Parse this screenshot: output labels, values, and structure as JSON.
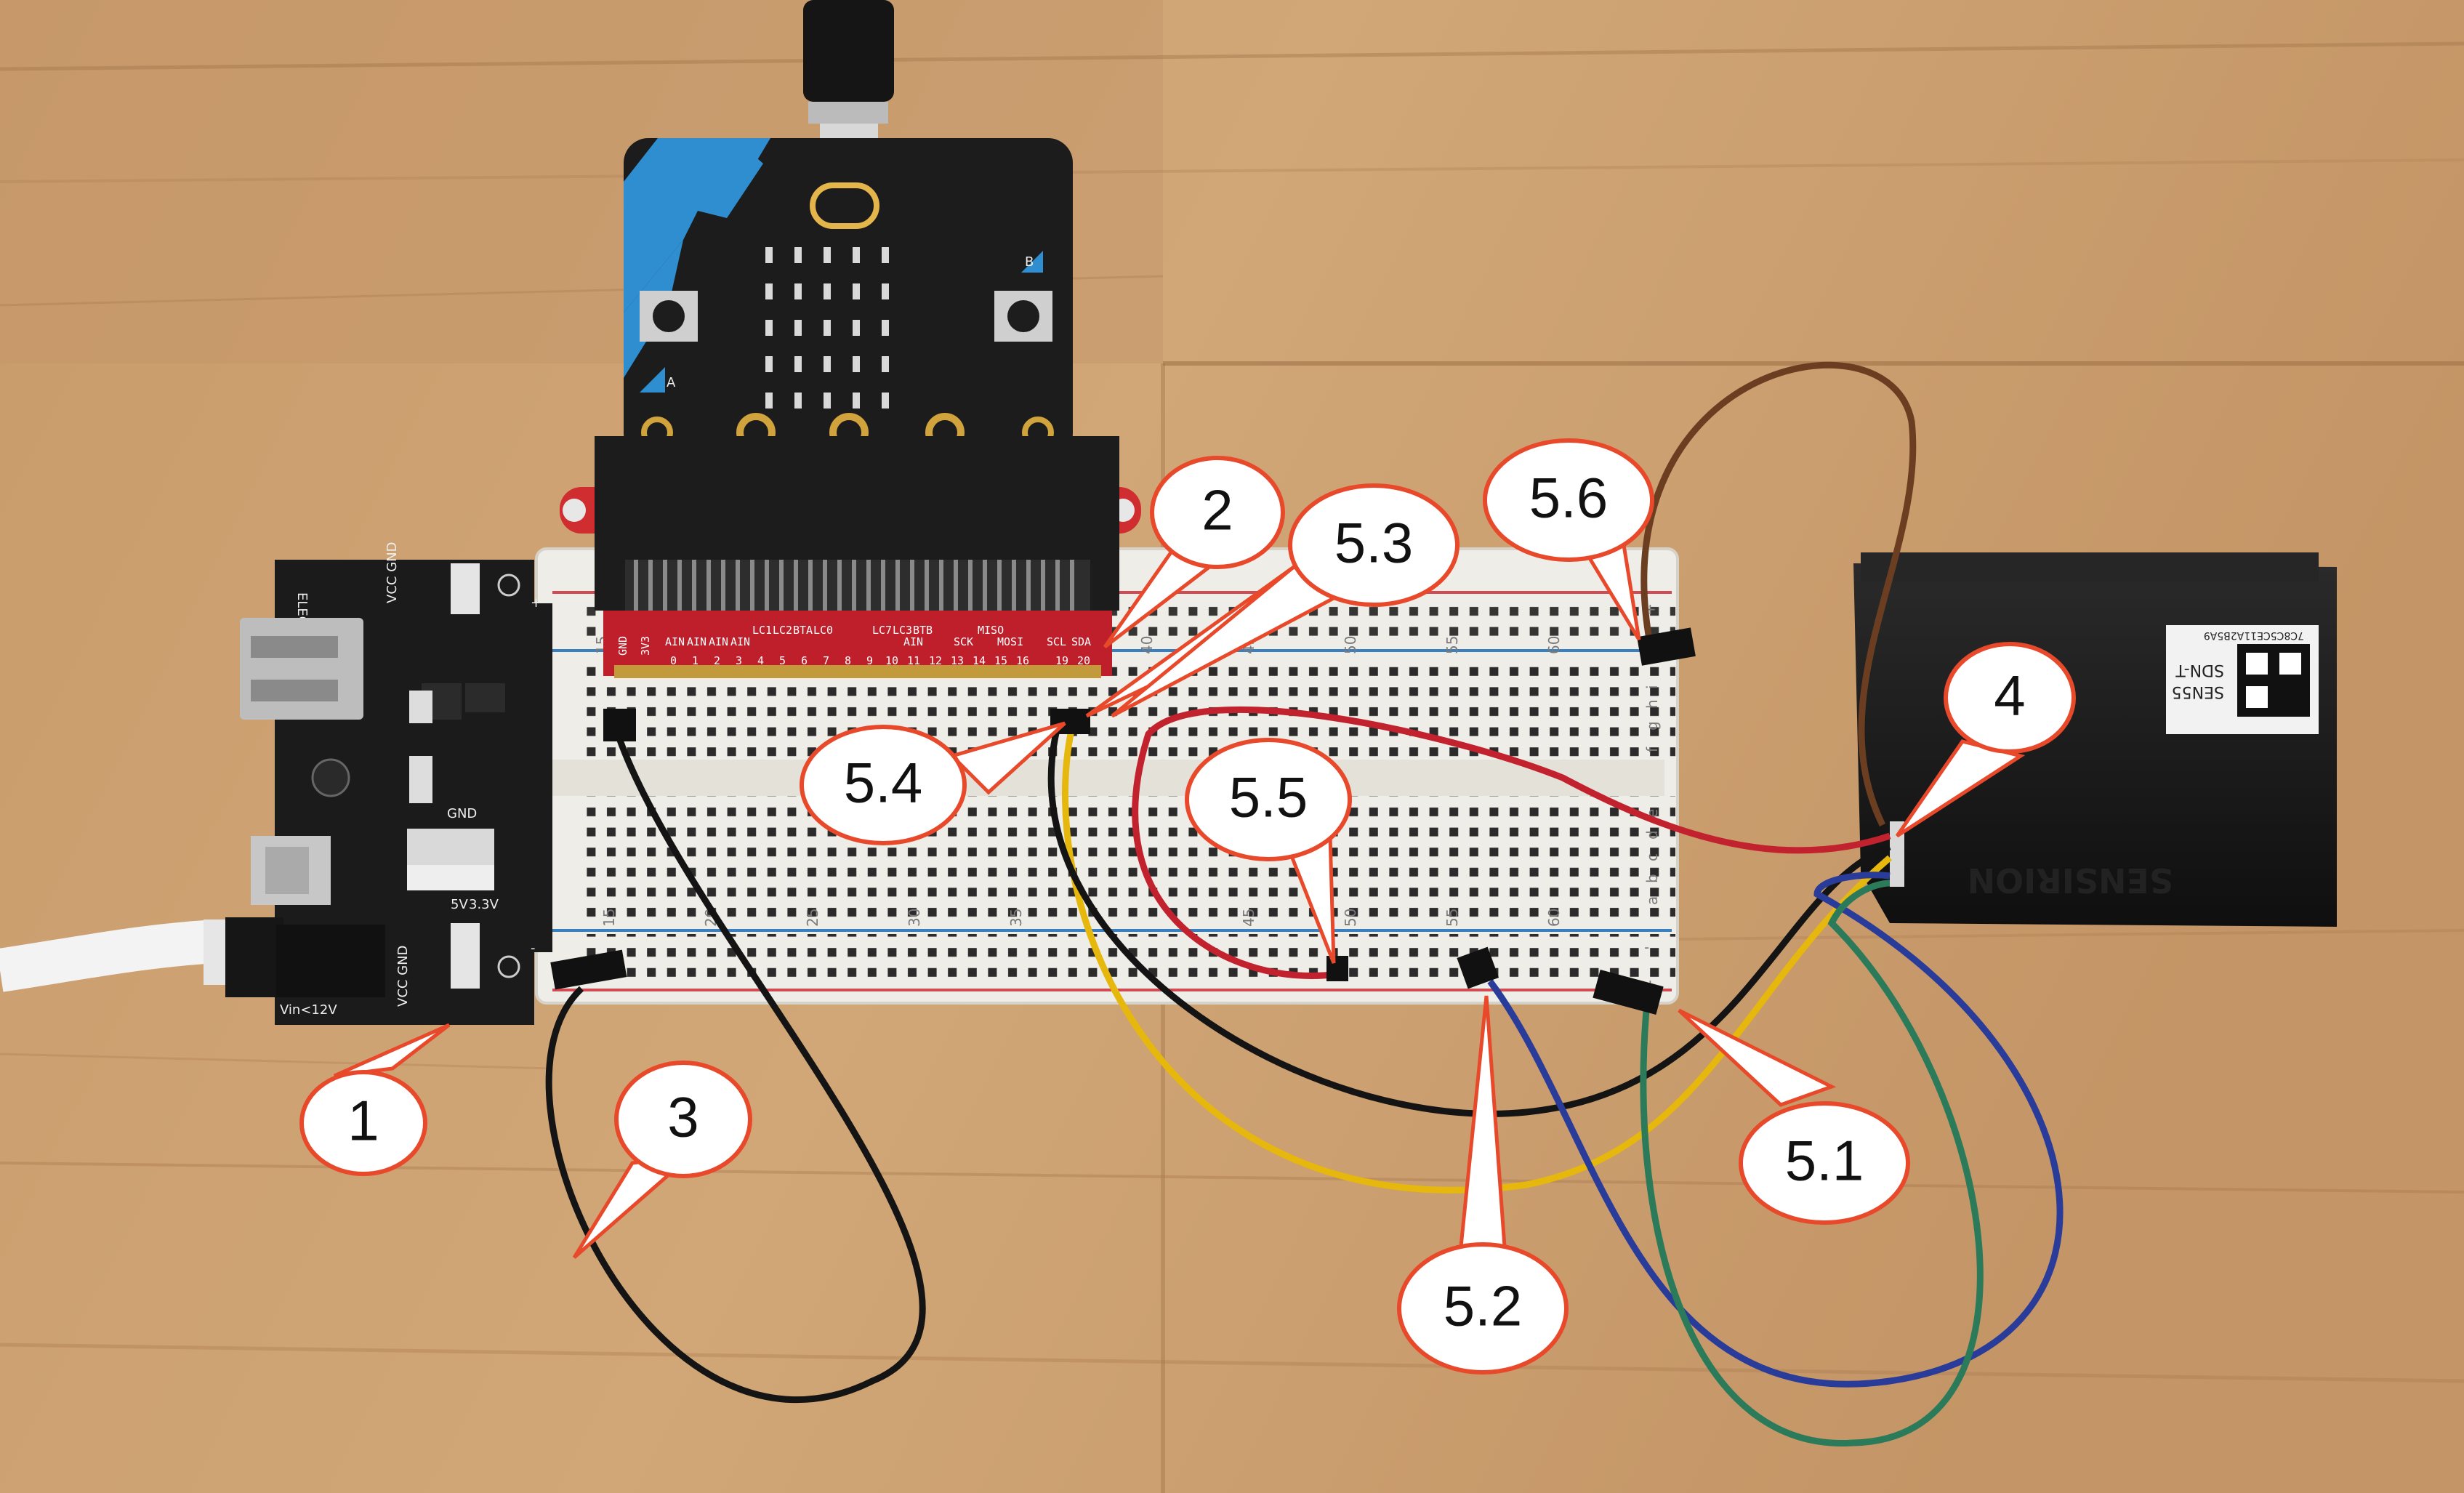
{
  "callouts": [
    {
      "id": "1",
      "label": "1"
    },
    {
      "id": "2",
      "label": "2"
    },
    {
      "id": "3",
      "label": "3"
    },
    {
      "id": "4",
      "label": "4"
    },
    {
      "id": "5.1",
      "label": "5.1"
    },
    {
      "id": "5.2",
      "label": "5.2"
    },
    {
      "id": "5.3",
      "label": "5.3"
    },
    {
      "id": "5.4",
      "label": "5.4"
    },
    {
      "id": "5.5",
      "label": "5.5"
    },
    {
      "id": "5.6",
      "label": "5.6"
    }
  ],
  "power_module": {
    "brand": "ELEGOO",
    "vcc_gnd_top": "VCC GND",
    "vcc_gnd_bottom": "VCC GND",
    "vin": "Vin<12V",
    "gnd": "GND",
    "v5": "5V",
    "v33": "3.3V",
    "plus": "+",
    "minus": "-"
  },
  "microbit": {
    "button_a": "A",
    "button_b": "B"
  },
  "breakout_labels": [
    "GND",
    "3V3",
    "0",
    "1",
    "2",
    "3",
    "4",
    "5",
    "6",
    "7",
    "8",
    "9",
    "10",
    "11",
    "12",
    "13",
    "14",
    "15",
    "16",
    "19",
    "20"
  ],
  "breakout_header": [
    "AIN",
    "AIN",
    "AIN",
    "AIN",
    "LC1",
    "LC2",
    "BTA",
    "LC0",
    "LC7",
    "LC3",
    "BTB",
    "MISO",
    "SCK",
    "MOSI",
    "SCL",
    "SDA",
    "AIN"
  ],
  "breadboard": {
    "column_numbers": [
      "15",
      "20",
      "25",
      "30",
      "35",
      "40",
      "45",
      "50",
      "55",
      "60"
    ],
    "row_letters_top": [
      "f",
      "g",
      "h",
      "i"
    ],
    "row_letters_bottom": [
      "a",
      "b",
      "c",
      "d",
      "e"
    ],
    "plus": "+",
    "minus": "-"
  },
  "sensor": {
    "brand": "SENSIRION",
    "model": "SEN55",
    "variant": "SDN-T",
    "serial": "7C8C5CE11A2B5A9"
  },
  "colors": {
    "callout_stroke": "#e8492b",
    "wire_black": "#141414",
    "wire_brown": "#6b3e22",
    "wire_red": "#c2222e",
    "wire_yellow": "#e6b70c",
    "wire_blue": "#2a3c9a",
    "wire_green": "#2b7b5b",
    "breadboard": "#efede7",
    "microbit_blue": "#2f8ed0"
  }
}
